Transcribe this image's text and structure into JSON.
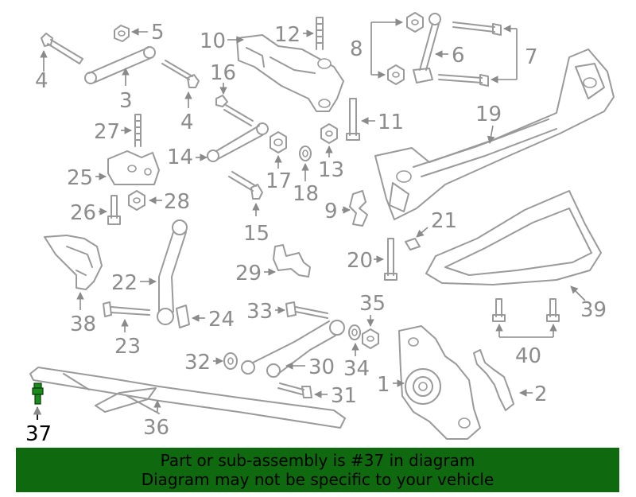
{
  "callouts": {
    "c1": "1",
    "c2": "2",
    "c3": "3",
    "c4a": "4",
    "c4b": "4",
    "c5": "5",
    "c6": "6",
    "c7": "7",
    "c8": "8",
    "c9": "9",
    "c10": "10",
    "c11": "11",
    "c12": "12",
    "c13": "13",
    "c14": "14",
    "c15": "15",
    "c16": "16",
    "c17": "17",
    "c18": "18",
    "c19": "19",
    "c20": "20",
    "c21": "21",
    "c22": "22",
    "c23": "23",
    "c24": "24",
    "c25": "25",
    "c26": "26",
    "c27": "27",
    "c28": "28",
    "c29": "29",
    "c30": "30",
    "c31": "31",
    "c32": "32",
    "c33": "33",
    "c34": "34",
    "c35": "35",
    "c36": "36",
    "c37": "37",
    "c38": "38",
    "c39": "39",
    "c40": "40"
  },
  "highlighted_part": "37",
  "colors": {
    "highlight": "#1d8a1d",
    "banner": "#0f6a0f",
    "lines": "#9a9a9a"
  },
  "banner": {
    "line1": "Part or sub-assembly is #37 in diagram",
    "line2": "Diagram may not be specific to your vehicle"
  }
}
